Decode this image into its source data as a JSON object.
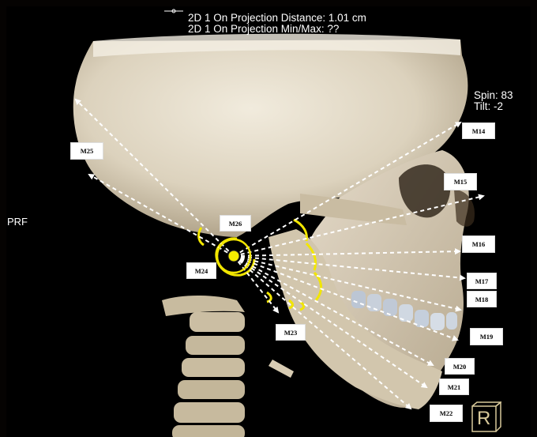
{
  "overlay": {
    "projection_distance": "2D 1 On Projection Distance: 1.01 cm",
    "projection_minmax": "2D 1 On Projection Min/Max: ??",
    "spin": "Spin:  83",
    "tilt": "Tilt:  -2",
    "orientation": "PRF",
    "orientation_cube_letter": "R"
  },
  "measurements": [
    "M14",
    "M15",
    "M16",
    "M17",
    "M18",
    "M19",
    "M20",
    "M21",
    "M22",
    "M23",
    "M24",
    "M25",
    "M26"
  ],
  "colors": {
    "background": "#000000",
    "bone": "#e4dccb",
    "annotation_yellow": "#f2e600",
    "arrow": "#ffffff",
    "cube": "#d8c99a"
  },
  "icons": {
    "reference_point": "yellow-dot",
    "orientation_cube": "orientation-cube-icon"
  }
}
